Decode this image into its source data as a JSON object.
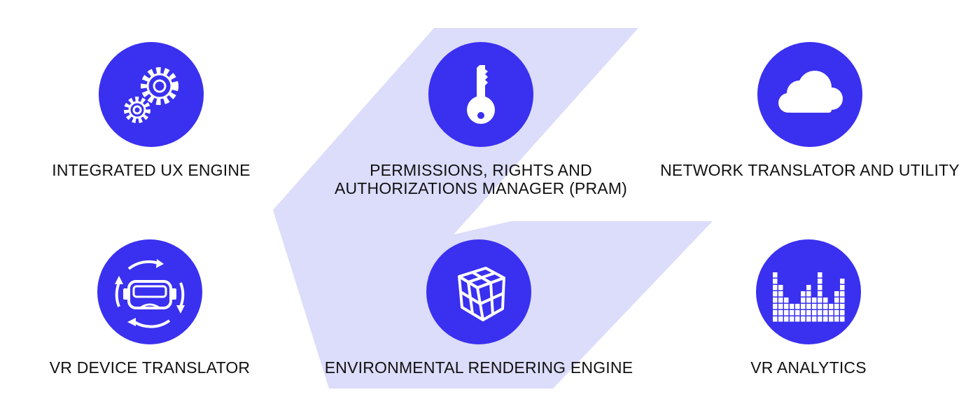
{
  "colors": {
    "accent": "#3a30f0",
    "background_shape": "#dcdcfb",
    "text": "#111111"
  },
  "features": [
    {
      "icon": "gears-icon",
      "label": "INTEGRATED UX ENGINE"
    },
    {
      "icon": "key-icon",
      "label": "PERMISSIONS, RIGHTS AND\nAUTHORIZATIONS MANAGER (PRAM)"
    },
    {
      "icon": "cloud-icon",
      "label": "NETWORK TRANSLATOR AND UTILITY"
    },
    {
      "icon": "vr-headset-icon",
      "label": "VR DEVICE TRANSLATOR"
    },
    {
      "icon": "cube-icon",
      "label": "ENVIRONMENTAL RENDERING ENGINE"
    },
    {
      "icon": "bar-chart-icon",
      "label": "VR ANALYTICS"
    }
  ]
}
